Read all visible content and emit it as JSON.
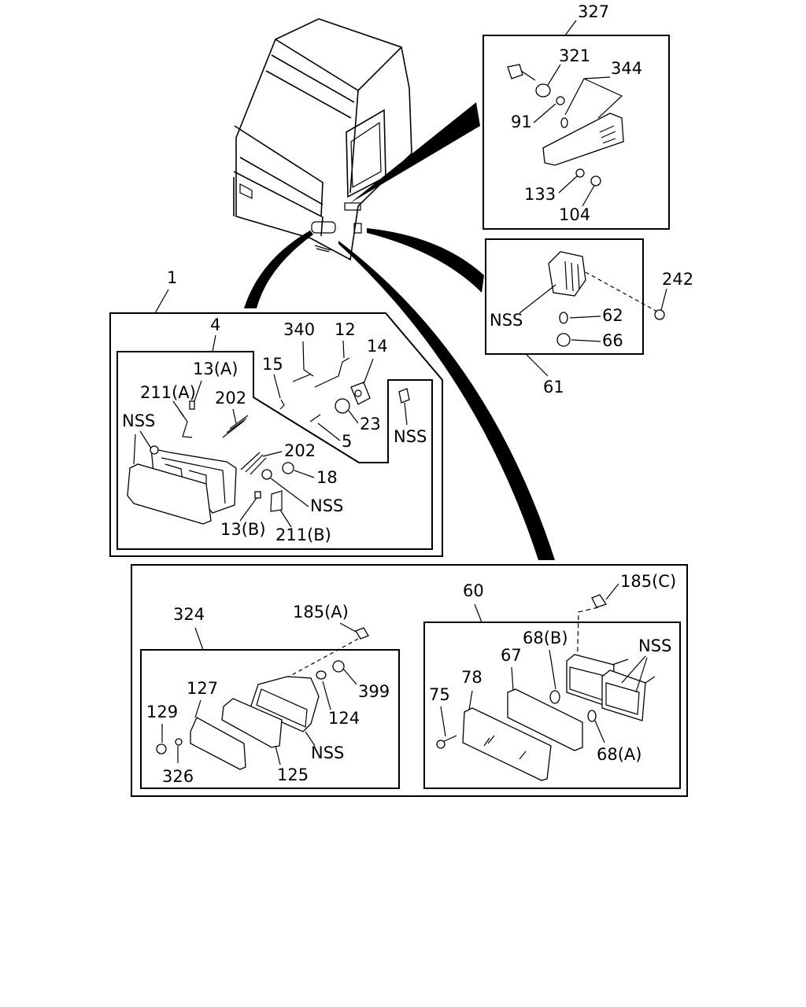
{
  "labels": {
    "l327": "327",
    "l321": "321",
    "l344": "344",
    "l91": "91",
    "l133": "133",
    "l104": "104",
    "l242": "242",
    "l61": "61",
    "l62": "62",
    "l66": "66",
    "nss_marker": "NSS",
    "l1": "1",
    "l4": "4",
    "l340": "340",
    "l12": "12",
    "l14": "14",
    "l15": "15",
    "l13a": "13(A)",
    "l211a": "211(A)",
    "l202a": "202",
    "nss_lamp": "NSS",
    "l23": "23",
    "l5": "5",
    "nss_bulb": "NSS",
    "l202b": "202",
    "l18": "18",
    "nss_nut": "NSS",
    "l13b": "13(B)",
    "l211b": "211(B)",
    "l324": "324",
    "l185a": "185(A)",
    "l127": "127",
    "l129": "129",
    "l399": "399",
    "l124": "124",
    "nss_fog": "NSS",
    "l326": "326",
    "l125": "125",
    "l60": "60",
    "l185c": "185(C)",
    "l68b": "68(B)",
    "l67": "67",
    "nss_turn": "NSS",
    "l78": "78",
    "l75": "75",
    "l68a": "68(A)"
  }
}
